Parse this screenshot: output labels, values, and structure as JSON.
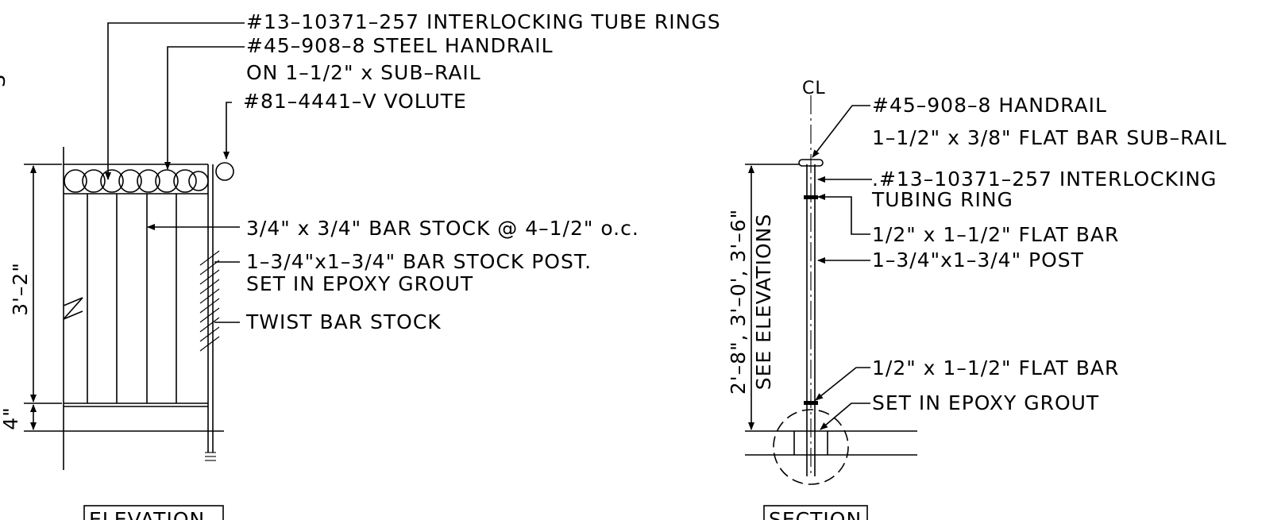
{
  "elevation": {
    "title": "ELEVATION",
    "notes": {
      "tube_rings": "#13–10371–257 INTERLOCKING TUBE RINGS",
      "handrail_1": "#45–908–8 STEEL HANDRAIL",
      "handrail_2": "ON 1–1/2\" x SUB–RAIL",
      "volute": "#81–4441–V VOLUTE",
      "bar_stock": "3/4\" x 3/4\" BAR STOCK @ 4–1/2\" o.c.",
      "post_1": "1–3/4\"x1–3/4\" BAR STOCK POST.",
      "post_2": "SET IN EPOXY GROUT",
      "twist": "TWIST BAR STOCK"
    },
    "dims": {
      "height": "3'–2\"",
      "base": "4\""
    },
    "edge_char": "S"
  },
  "section": {
    "title": "SECTION",
    "centerline": "CL",
    "notes": {
      "handrail": "#45–908–8 HANDRAIL",
      "subrail": "1–1/2\" x 3/8\"  FLAT BAR SUB–RAIL",
      "ring_1": ".#13–10371–257 INTERLOCKING",
      "ring_2": "TUBING RING",
      "flat_bar_top": "1/2\" x 1–1/2\" FLAT BAR",
      "post": "1–3/4\"x1–3/4\" POST",
      "flat_bar_bottom": "1/2\" x 1–1/2\" FLAT BAR",
      "grout": "SET IN EPOXY GROUT"
    },
    "dims": {
      "heights": "2'–8\", 3'–0', 3'–6\"",
      "see": "SEE ELEVATIONS"
    }
  }
}
